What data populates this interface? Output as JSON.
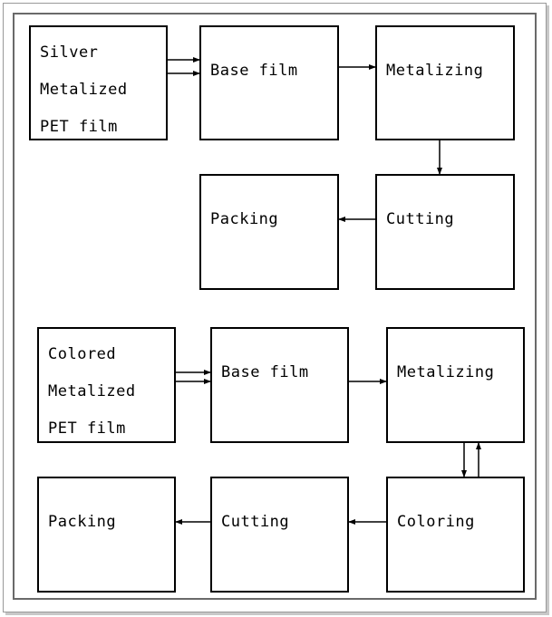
{
  "diagram1": {
    "start": [
      "Silver",
      "Metalized",
      "PET film"
    ],
    "base_film": "Base film",
    "metalizing": "Metalizing",
    "cutting": "Cutting",
    "packing": "Packing"
  },
  "diagram2": {
    "start": [
      "Colored",
      "Metalized",
      "PET film"
    ],
    "base_film": "Base film",
    "metalizing": "Metalizing",
    "coloring": "Coloring",
    "cutting": "Cutting",
    "packing": "Packing"
  },
  "colors": {
    "stroke": "#000000",
    "frame": "#6a6a6a",
    "background": "#ffffff"
  }
}
